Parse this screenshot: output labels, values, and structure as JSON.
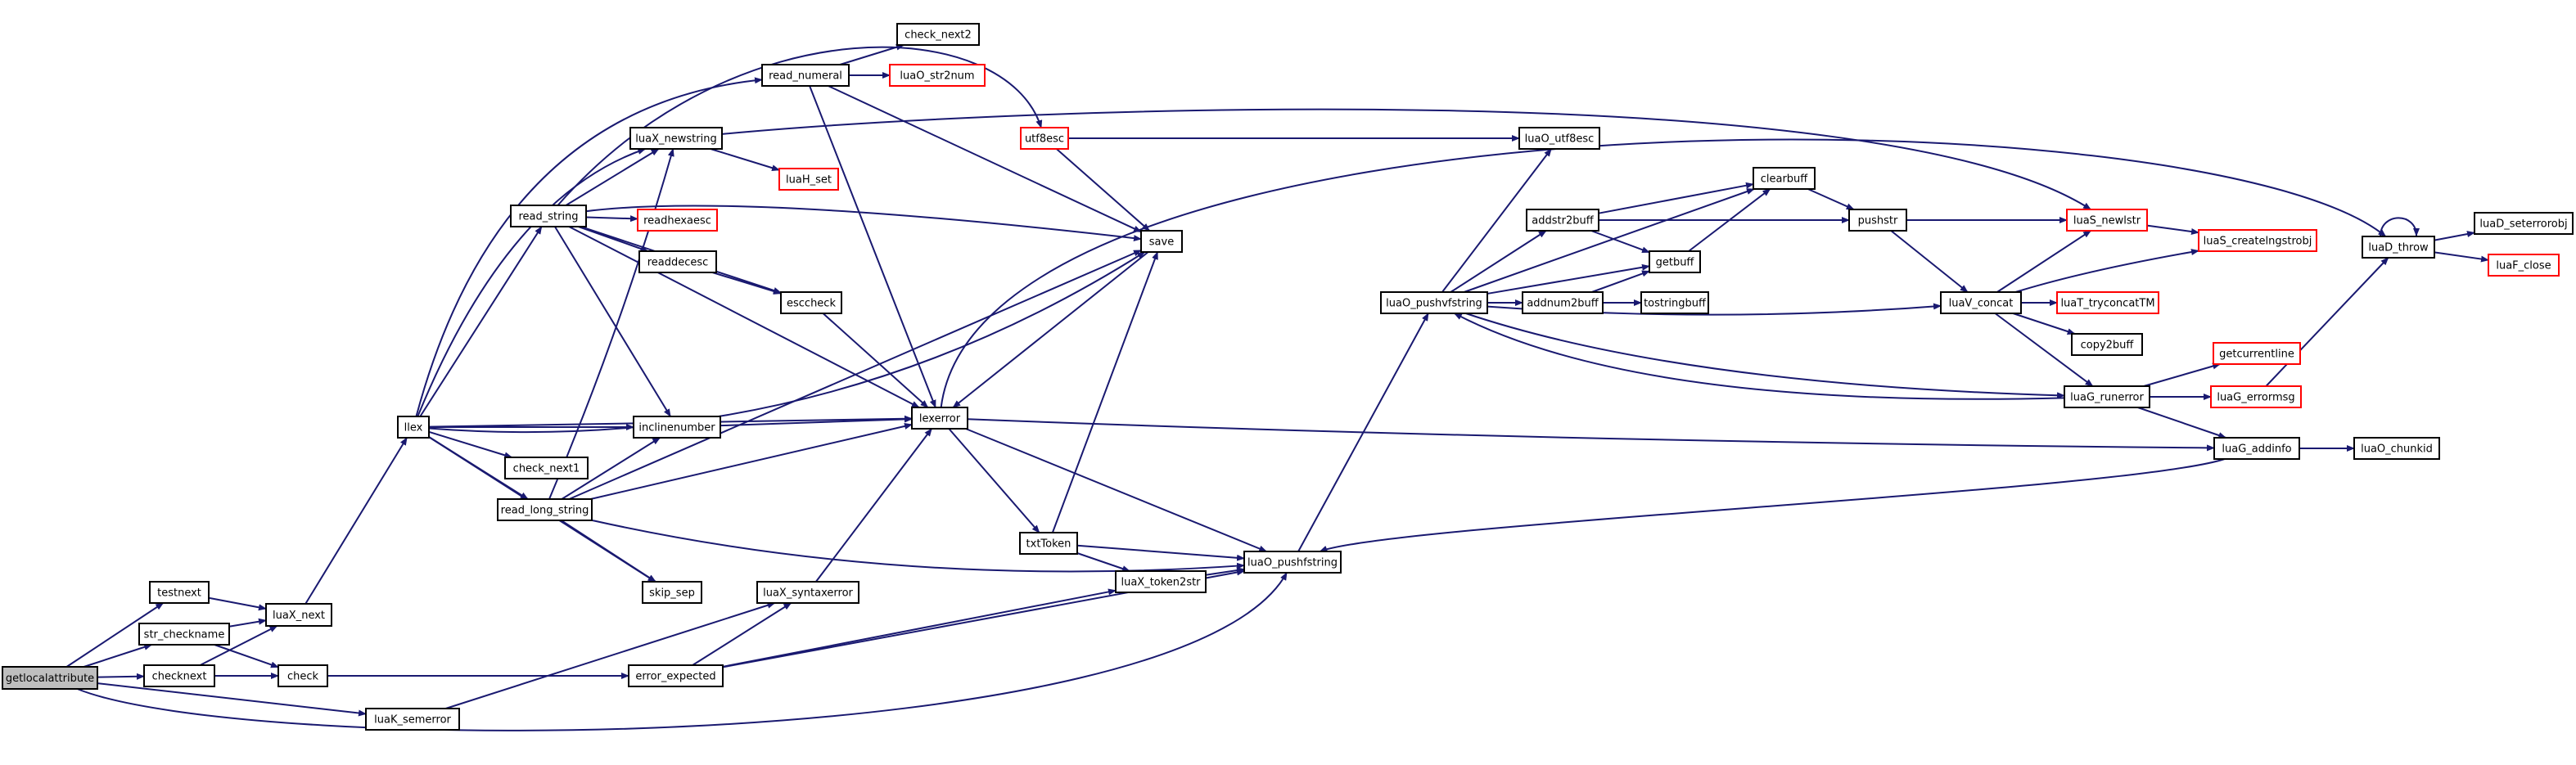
{
  "colors": {
    "edge": "#191970",
    "node_border": "#000000",
    "external_border": "#ff0000",
    "root_fill": "#bfbfbf",
    "background": "#ffffff"
  },
  "nodes": {
    "getlocalattribute": {
      "label": "getlocalattribute",
      "style": "root"
    },
    "testnext": {
      "label": "testnext"
    },
    "str_checkname": {
      "label": "str_checkname"
    },
    "checknext": {
      "label": "checknext"
    },
    "luaK_semerror": {
      "label": "luaK_semerror"
    },
    "luaX_next": {
      "label": "luaX_next"
    },
    "check": {
      "label": "check"
    },
    "llex": {
      "label": "llex"
    },
    "read_numeral": {
      "label": "read_numeral"
    },
    "check_next2": {
      "label": "check_next2"
    },
    "luaO_str2num": {
      "label": "luaO_str2num",
      "style": "external"
    },
    "luaX_newstring": {
      "label": "luaX_newstring"
    },
    "luaH_set": {
      "label": "luaH_set",
      "style": "external"
    },
    "read_string": {
      "label": "read_string"
    },
    "readhexaesc": {
      "label": "readhexaesc",
      "style": "external"
    },
    "readdecesc": {
      "label": "readdecesc"
    },
    "esccheck": {
      "label": "esccheck"
    },
    "inclinenumber": {
      "label": "inclinenumber"
    },
    "check_next1": {
      "label": "check_next1"
    },
    "read_long_string": {
      "label": "read_long_string"
    },
    "skip_sep": {
      "label": "skip_sep"
    },
    "luaX_syntaxerror": {
      "label": "luaX_syntaxerror"
    },
    "error_expected": {
      "label": "error_expected"
    },
    "lexerror": {
      "label": "lexerror"
    },
    "utf8esc": {
      "label": "utf8esc",
      "style": "external"
    },
    "save": {
      "label": "save"
    },
    "txtToken": {
      "label": "txtToken"
    },
    "luaX_token2str": {
      "label": "luaX_token2str"
    },
    "luaO_pushfstring": {
      "label": "luaO_pushfstring"
    },
    "luaO_pushvfstring": {
      "label": "luaO_pushvfstring"
    },
    "luaO_utf8esc": {
      "label": "luaO_utf8esc"
    },
    "addstr2buff": {
      "label": "addstr2buff"
    },
    "clearbuff": {
      "label": "clearbuff"
    },
    "getbuff": {
      "label": "getbuff"
    },
    "addnum2buff": {
      "label": "addnum2buff"
    },
    "tostringbuff": {
      "label": "tostringbuff"
    },
    "pushstr": {
      "label": "pushstr"
    },
    "luaS_newlstr": {
      "label": "luaS_newlstr",
      "style": "external"
    },
    "luaS_createlngstrobj": {
      "label": "luaS_createlngstrobj",
      "style": "external"
    },
    "luaV_concat": {
      "label": "luaV_concat"
    },
    "luaT_tryconcatTM": {
      "label": "luaT_tryconcatTM",
      "style": "external"
    },
    "copy2buff": {
      "label": "copy2buff"
    },
    "luaG_runerror": {
      "label": "luaG_runerror"
    },
    "getcurrentline": {
      "label": "getcurrentline",
      "style": "external"
    },
    "luaG_errormsg": {
      "label": "luaG_errormsg",
      "style": "external"
    },
    "luaG_addinfo": {
      "label": "luaG_addinfo"
    },
    "luaO_chunkid": {
      "label": "luaO_chunkid"
    },
    "luaD_throw": {
      "label": "luaD_throw"
    },
    "luaD_seterrorobj": {
      "label": "luaD_seterrorobj"
    },
    "luaF_close": {
      "label": "luaF_close",
      "style": "external"
    }
  },
  "edges": [
    [
      "getlocalattribute",
      "testnext"
    ],
    [
      "getlocalattribute",
      "str_checkname"
    ],
    [
      "getlocalattribute",
      "checknext"
    ],
    [
      "getlocalattribute",
      "luaK_semerror"
    ],
    [
      "getlocalattribute",
      "luaO_pushfstring"
    ],
    [
      "testnext",
      "luaX_next"
    ],
    [
      "str_checkname",
      "luaX_next"
    ],
    [
      "str_checkname",
      "check"
    ],
    [
      "checknext",
      "luaX_next"
    ],
    [
      "checknext",
      "check"
    ],
    [
      "check",
      "error_expected"
    ],
    [
      "luaK_semerror",
      "luaX_syntaxerror"
    ],
    [
      "luaX_next",
      "llex"
    ],
    [
      "llex",
      "read_numeral"
    ],
    [
      "llex",
      "luaX_newstring"
    ],
    [
      "llex",
      "read_string"
    ],
    [
      "llex",
      "lexerror"
    ],
    [
      "llex",
      "inclinenumber"
    ],
    [
      "llex",
      "check_next1"
    ],
    [
      "llex",
      "read_long_string"
    ],
    [
      "llex",
      "skip_sep"
    ],
    [
      "llex",
      "save"
    ],
    [
      "read_numeral",
      "check_next2"
    ],
    [
      "read_numeral",
      "luaO_str2num"
    ],
    [
      "read_numeral",
      "save"
    ],
    [
      "read_numeral",
      "lexerror"
    ],
    [
      "luaX_newstring",
      "luaH_set"
    ],
    [
      "luaX_newstring",
      "luaS_newlstr"
    ],
    [
      "read_string",
      "luaX_newstring"
    ],
    [
      "read_string",
      "readhexaesc"
    ],
    [
      "read_string",
      "readdecesc"
    ],
    [
      "read_string",
      "esccheck"
    ],
    [
      "read_string",
      "inclinenumber"
    ],
    [
      "read_string",
      "lexerror"
    ],
    [
      "read_string",
      "save"
    ],
    [
      "read_string",
      "utf8esc"
    ],
    [
      "readdecesc",
      "esccheck"
    ],
    [
      "esccheck",
      "lexerror"
    ],
    [
      "inclinenumber",
      "lexerror"
    ],
    [
      "read_long_string",
      "luaX_newstring"
    ],
    [
      "read_long_string",
      "inclinenumber"
    ],
    [
      "read_long_string",
      "lexerror"
    ],
    [
      "read_long_string",
      "save"
    ],
    [
      "read_long_string",
      "skip_sep"
    ],
    [
      "read_long_string",
      "luaO_pushfstring"
    ],
    [
      "luaX_syntaxerror",
      "lexerror"
    ],
    [
      "error_expected",
      "luaX_syntaxerror"
    ],
    [
      "error_expected",
      "luaX_token2str"
    ],
    [
      "error_expected",
      "luaO_pushfstring"
    ],
    [
      "lexerror",
      "txtToken"
    ],
    [
      "lexerror",
      "luaO_pushfstring"
    ],
    [
      "lexerror",
      "luaG_addinfo"
    ],
    [
      "lexerror",
      "luaD_throw"
    ],
    [
      "utf8esc",
      "luaO_utf8esc"
    ],
    [
      "utf8esc",
      "save"
    ],
    [
      "save",
      "lexerror"
    ],
    [
      "txtToken",
      "save"
    ],
    [
      "txtToken",
      "luaX_token2str"
    ],
    [
      "txtToken",
      "luaO_pushfstring"
    ],
    [
      "luaX_token2str",
      "luaO_pushfstring"
    ],
    [
      "luaO_pushfstring",
      "luaO_pushvfstring"
    ],
    [
      "luaO_pushvfstring",
      "luaO_utf8esc"
    ],
    [
      "luaO_pushvfstring",
      "clearbuff"
    ],
    [
      "luaO_pushvfstring",
      "addstr2buff"
    ],
    [
      "luaO_pushvfstring",
      "getbuff"
    ],
    [
      "luaO_pushvfstring",
      "addnum2buff"
    ],
    [
      "luaO_pushvfstring",
      "luaV_concat"
    ],
    [
      "luaO_pushvfstring",
      "luaG_runerror"
    ],
    [
      "addstr2buff",
      "clearbuff"
    ],
    [
      "addstr2buff",
      "getbuff"
    ],
    [
      "addstr2buff",
      "pushstr"
    ],
    [
      "getbuff",
      "clearbuff"
    ],
    [
      "addnum2buff",
      "getbuff"
    ],
    [
      "addnum2buff",
      "tostringbuff"
    ],
    [
      "clearbuff",
      "pushstr"
    ],
    [
      "pushstr",
      "luaS_newlstr"
    ],
    [
      "pushstr",
      "luaV_concat"
    ],
    [
      "luaS_newlstr",
      "luaS_createlngstrobj"
    ],
    [
      "luaV_concat",
      "luaS_newlstr"
    ],
    [
      "luaV_concat",
      "luaS_createlngstrobj"
    ],
    [
      "luaV_concat",
      "luaT_tryconcatTM"
    ],
    [
      "luaV_concat",
      "copy2buff"
    ],
    [
      "luaV_concat",
      "luaG_runerror"
    ],
    [
      "luaG_runerror",
      "luaO_pushvfstring"
    ],
    [
      "luaG_runerror",
      "getcurrentline"
    ],
    [
      "luaG_runerror",
      "luaG_errormsg"
    ],
    [
      "luaG_runerror",
      "luaG_addinfo"
    ],
    [
      "luaG_errormsg",
      "luaD_throw"
    ],
    [
      "luaG_addinfo",
      "luaO_pushfstring"
    ],
    [
      "luaG_addinfo",
      "luaO_chunkid"
    ],
    [
      "luaD_throw",
      "luaD_throw"
    ],
    [
      "luaD_throw",
      "luaD_seterrorobj"
    ],
    [
      "luaD_throw",
      "luaF_close"
    ]
  ]
}
